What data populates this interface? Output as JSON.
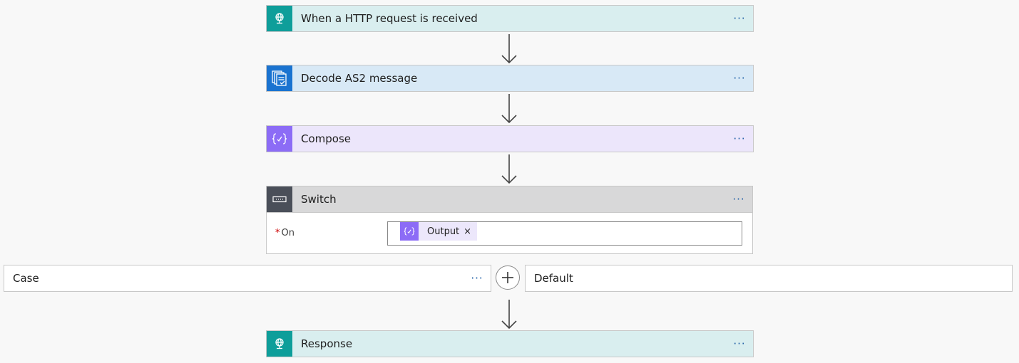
{
  "steps": [
    {
      "key": "http",
      "title": "When a HTTP request is received",
      "more": "···",
      "color": "#0e9e9a",
      "bg": "#d9eeef",
      "icon": "globe-icon"
    },
    {
      "key": "as2",
      "title": "Decode AS2 message",
      "more": "···",
      "color": "#1a73d0",
      "bg": "#d8e9f6",
      "icon": "document-stack-icon"
    },
    {
      "key": "compose",
      "title": "Compose",
      "more": "···",
      "color": "#8c6cf6",
      "bg": "#ece6fb",
      "icon": "braces-icon"
    },
    {
      "key": "switch",
      "title": "Switch",
      "more": "···",
      "color": "#4a4f59",
      "bg": "#d8d8d9",
      "icon": "switch-icon"
    },
    {
      "key": "response",
      "title": "Response",
      "more": "···",
      "color": "#0e9e9a",
      "bg": "#d9eeef",
      "icon": "globe-icon"
    }
  ],
  "switch": {
    "on_label": "On",
    "required_mark": "*",
    "token": {
      "icon_text": "{✓}",
      "label": "Output",
      "remove": "×"
    }
  },
  "case": {
    "title": "Case",
    "more": "···"
  },
  "default": {
    "title": "Default"
  }
}
